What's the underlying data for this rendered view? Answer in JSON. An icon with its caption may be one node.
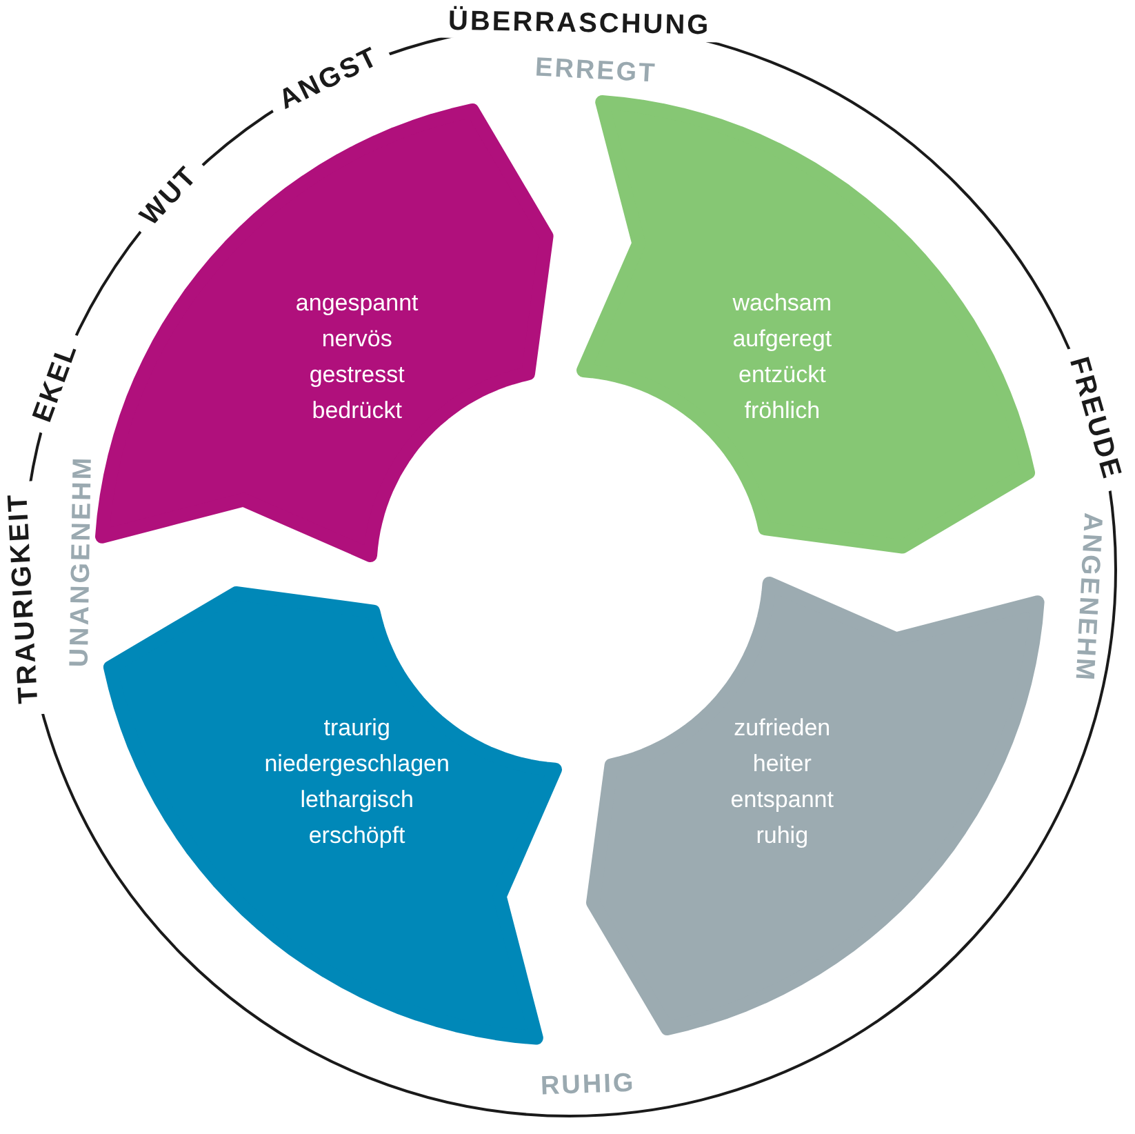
{
  "diagram": {
    "nodes": [
      {
        "text": [
          "angespannt nervös gestresst bedrückt"
        ]
      },
      {
        "text": [
          "wachsam aufgeregt entzückt fröhlich"
        ]
      },
      {
        "text": [
          "zufrieden heiter entspannt ruhig"
        ]
      },
      {
        "text": [
          "traurig niedergeschlagen lethargisch erschöpft"
        ]
      }
    ],
    "labels": [
      "ÜBERRASCHUNG",
      "ERREGT",
      "ANGST",
      "WUT",
      "EKEL",
      "FREUDE",
      "UNANGENEHM",
      "TRAURIGKEIT",
      "ANGENEHM",
      "RUHIG"
    ]
  }
}
